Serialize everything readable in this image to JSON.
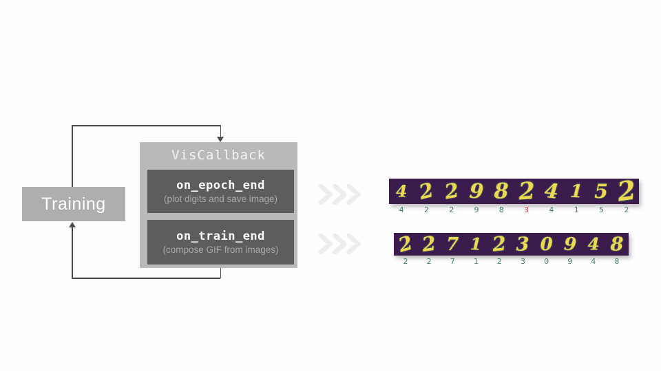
{
  "diagram": {
    "training_label": "Training",
    "callback": {
      "title": "VisCallback",
      "methods": [
        {
          "name": "on_epoch_end",
          "desc": "(plot digits and save image)"
        },
        {
          "name": "on_train_end",
          "desc": "(compose GIF from images)"
        }
      ]
    }
  },
  "strips": [
    {
      "digits": [
        "4",
        "2",
        "2",
        "9",
        "8",
        "2",
        "4",
        "1",
        "5",
        "2"
      ],
      "labels": [
        "4",
        "2",
        "2",
        "9",
        "8",
        "3",
        "4",
        "1",
        "5",
        "2"
      ],
      "wrong_index": 5,
      "scales": [
        0.82,
        1,
        1,
        1.02,
        1.05,
        1.18,
        1,
        0.9,
        0.98,
        1.32
      ],
      "rotations": [
        0,
        -14,
        -10,
        4,
        0,
        -4,
        6,
        3,
        0,
        -8
      ]
    },
    {
      "digits": [
        "2",
        "2",
        "7",
        "1",
        "2",
        "3",
        "0",
        "9",
        "4",
        "8"
      ],
      "labels": [
        "2",
        "2",
        "7",
        "1",
        "2",
        "3",
        "0",
        "9",
        "4",
        "8"
      ],
      "wrong_index": -1,
      "scales": [
        1.08,
        1.1,
        1,
        0.92,
        1.1,
        1.05,
        1,
        1,
        0.95,
        1.05
      ],
      "rotations": [
        -16,
        -8,
        0,
        2,
        -6,
        0,
        0,
        4,
        0,
        0
      ]
    }
  ],
  "colors": {
    "strip_bg": "#3b1c4c",
    "digit_yellow": "#ecd94f",
    "label_correct": "#3f7f68",
    "label_wrong": "#d23a45",
    "outer_box_gray": "#b9b9b9",
    "training_box_gray": "#aeaeae",
    "method_box_gray": "#5d5d5d",
    "chevron_gray": "#ededed",
    "line_gray": "#4c4c4c"
  }
}
